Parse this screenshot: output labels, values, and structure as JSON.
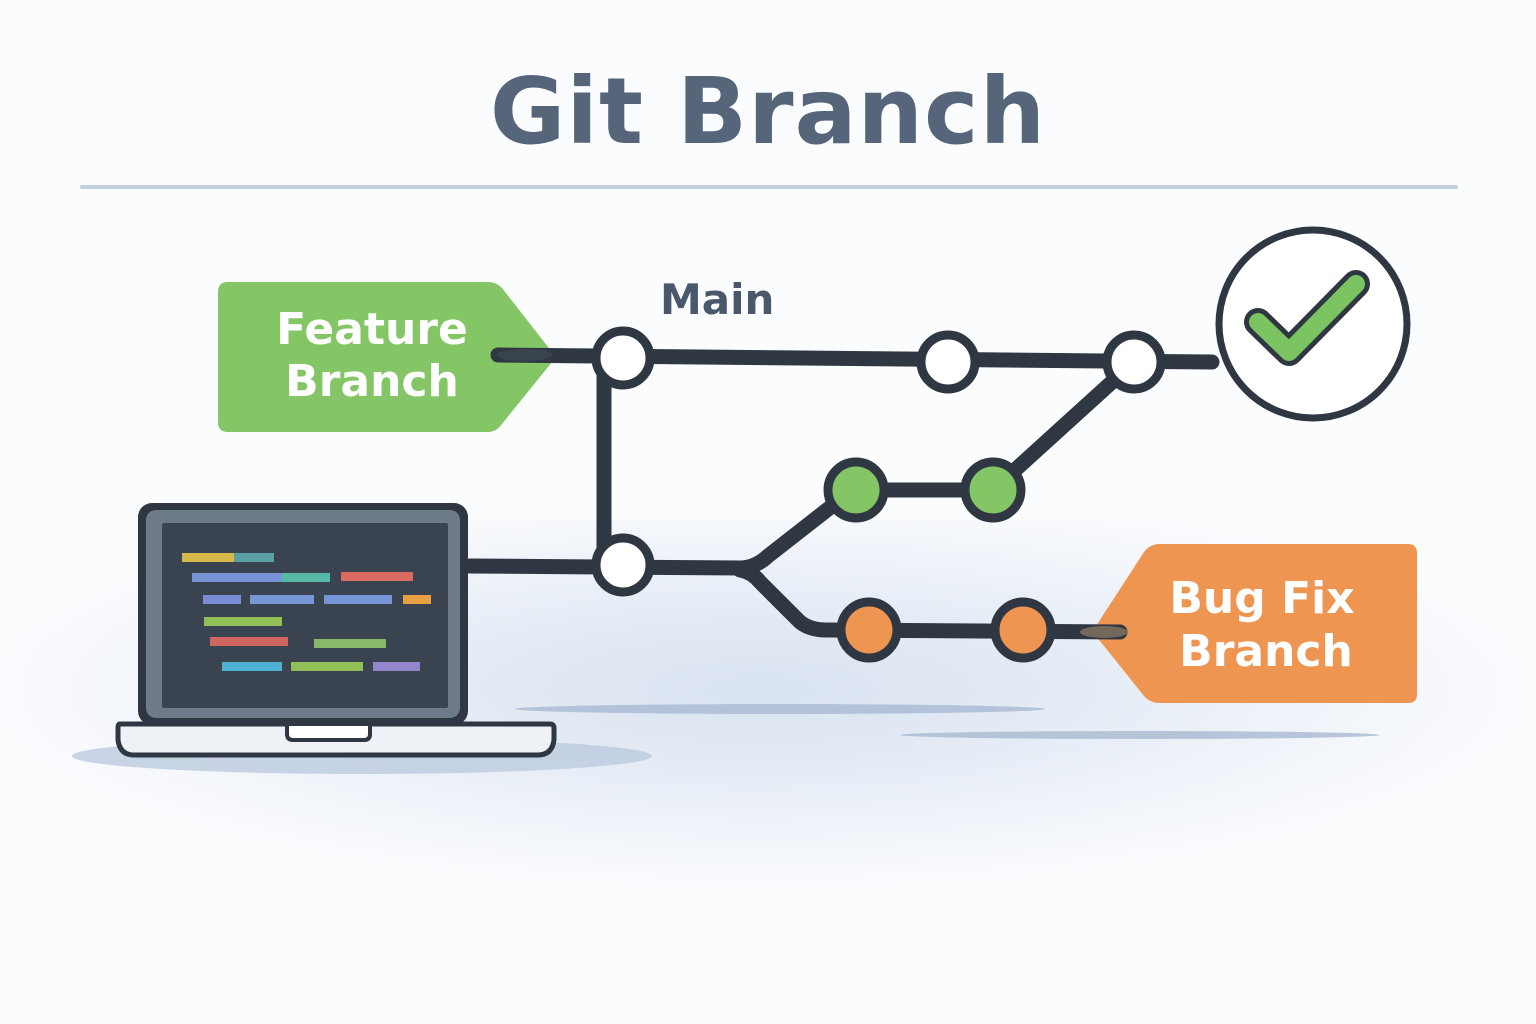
{
  "title": "Git Branch",
  "labels": {
    "main": "Main",
    "feature_line1": "Feature",
    "feature_line2": "Branch",
    "bugfix_line1": "Bug Fix",
    "bugfix_line2": "Branch"
  },
  "colors": {
    "title": "#56657a",
    "line": "#2f3742",
    "feature": "#84c566",
    "bugfix": "#ef9552",
    "commit_main": "#ffffff",
    "check": "#7cc462"
  },
  "diagram": {
    "branches": [
      {
        "name": "main",
        "commits": 3
      },
      {
        "name": "feature",
        "commits": 2
      },
      {
        "name": "bugfix",
        "commits": 2
      }
    ],
    "merge_status": "success",
    "icons": [
      "laptop-icon",
      "checkmark-icon"
    ]
  }
}
